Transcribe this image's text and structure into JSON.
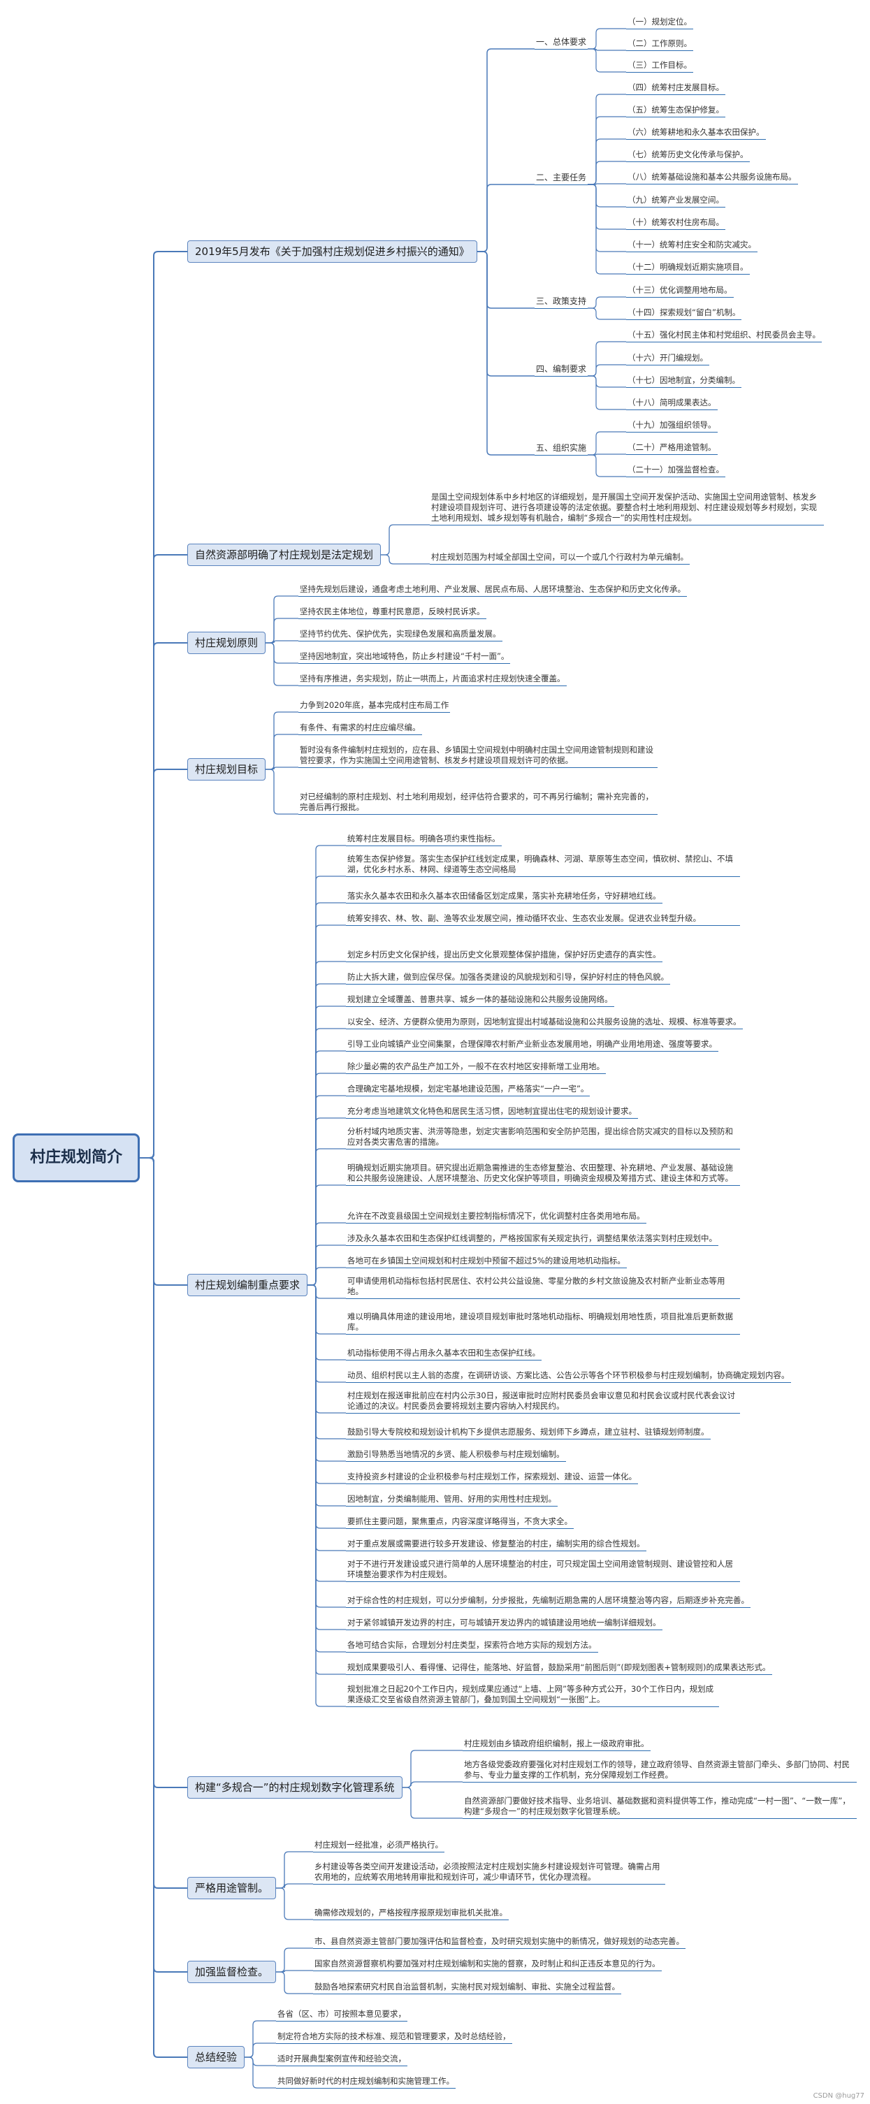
{
  "root": "村庄规划简介",
  "branches": [
    {
      "label": "2019年5月发布《关于加强村庄规划促进乡村振兴的通知》",
      "groups": [
        {
          "label": "一、总体要求",
          "items": [
            "（一）规划定位。",
            "（二）工作原则。",
            "（三）工作目标。"
          ]
        },
        {
          "label": "二、主要任务",
          "items": [
            "（四）统筹村庄发展目标。",
            "（五）统筹生态保护修复。",
            "（六）统筹耕地和永久基本农田保护。",
            "（七）统筹历史文化传承与保护。",
            "（八）统筹基础设施和基本公共服务设施布局。",
            "（九）统筹产业发展空间。",
            "（十）统筹农村住房布局。",
            "（十一）统筹村庄安全和防灾减灾。",
            "（十二）明确规划近期实施项目。"
          ]
        },
        {
          "label": "三、政策支持",
          "items": [
            "（十三）优化调整用地布局。",
            "（十四）探索规划“留白”机制。"
          ]
        },
        {
          "label": "四、编制要求",
          "items": [
            "（十五）强化村民主体和村党组织、村民委员会主导。",
            "（十六）开门编规划。",
            "（十七）因地制宜，分类编制。",
            "（十八）简明成果表达。"
          ]
        },
        {
          "label": "五、组织实施",
          "items": [
            "（十九）加强组织领导。",
            "（二十）严格用途管制。",
            "（二十一）加强监督检查。"
          ]
        }
      ]
    },
    {
      "label": "自然资源部明确了村庄规划是法定规划",
      "items": [
        "是国土空间规划体系中乡村地区的详细规划，是开展国土空间开发保护活动、实施国土空间用途管制、核发乡村建设项目规划许可、进行各项建设等的法定依据。要整合村土地利用规划、村庄建设规划等乡村规划，实现土地利用规划、城乡规划等有机融合，编制“多规合一”的实用性村庄规划。",
        "村庄规划范围为村域全部国土空间，可以一个或几个行政村为单元编制。"
      ]
    },
    {
      "label": "村庄规划原则",
      "items": [
        "坚持先规划后建设，通盘考虑土地利用、产业发展、居民点布局、人居环境整治、生态保护和历史文化传承。",
        "坚持农民主体地位，尊重村民意愿，反映村民诉求。",
        "坚持节约优先、保护优先，实现绿色发展和高质量发展。",
        "坚持因地制宜，突出地域特色，防止乡村建设“千村一面”。",
        "坚持有序推进，务实规划，防止一哄而上，片面追求村庄规划快速全覆盖。"
      ]
    },
    {
      "label": "村庄规划目标",
      "items": [
        "力争到2020年底，基本完成村庄布局工作",
        "有条件、有需求的村庄应编尽编。",
        "暂时没有条件编制村庄规划的，应在县、乡镇国土空间规划中明确村庄国土空间用途管制规则和建设管控要求，作为实施国土空间用途管制、核发乡村建设项目规划许可的依据。",
        "对已经编制的原村庄规划、村土地利用规划，经评估符合要求的，可不再另行编制；需补充完善的，完善后再行报批。"
      ]
    },
    {
      "label": "村庄规划编制重点要求",
      "items": [
        "统筹村庄发展目标。明确各项约束性指标。",
        "统筹生态保护修复。落实生态保护红线划定成果，明确森林、河湖、草原等生态空间，慎砍树、禁挖山、不填湖，优化乡村水系、林网、绿道等生态空间格局",
        "落实永久基本农田和永久基本农田储备区划定成果，落实补充耕地任务，守好耕地红线。",
        "统筹安排农、林、牧、副、渔等农业发展空间，推动循环农业、生态农业发展。促进农业转型升级。",
        "划定乡村历史文化保护线，提出历史文化景观整体保护措施，保护好历史遗存的真实性。",
        "防止大拆大建，做到应保尽保。加强各类建设的风貌规划和引导，保护好村庄的特色风貌。",
        "规划建立全域覆盖、普惠共享、城乡一体的基础设施和公共服务设施网络。",
        "以安全、经济、方便群众使用为原则，因地制宜提出村域基础设施和公共服务设施的选址、规模、标准等要求。",
        "引导工业向城镇产业空间集聚，合理保障农村新产业新业态发展用地，明确产业用地用途、强度等要求。",
        "除少量必需的农产品生产加工外，一般不在农村地区安排新增工业用地。",
        "合理确定宅基地规模，划定宅基地建设范围，严格落实“一户一宅”。",
        "充分考虑当地建筑文化特色和居民生活习惯，因地制宜提出住宅的规划设计要求。",
        "分析村域内地质灾害、洪涝等隐患，划定灾害影响范围和安全防护范围，提出综合防灾减灾的目标以及预防和应对各类灾害危害的措施。",
        "明确规划近期实施项目。研究提出近期急需推进的生态修复整治、农田整理、补充耕地、产业发展、基础设施和公共服务设施建设、人居环境整治、历史文化保护等项目，明确资金规模及筹措方式、建设主体和方式等。",
        "允许在不改变县级国土空间规划主要控制指标情况下，优化调整村庄各类用地布局。",
        "涉及永久基本农田和生态保护红线调整的，严格按国家有关规定执行，调整结果依法落实到村庄规划中。",
        "各地可在乡镇国土空间规划和村庄规划中预留不超过5%的建设用地机动指标。",
        "可申请使用机动指标包括村民居住、农村公共公益设施、零星分散的乡村文旅设施及农村新产业新业态等用地。",
        "难以明确具体用途的建设用地，建设项目规划审批时落地机动指标、明确规划用地性质，项目批准后更新数据库。",
        "机动指标使用不得占用永久基本农田和生态保护红线。",
        "动员、组织村民以主人翁的态度，在调研访谈、方案比选、公告公示等各个环节积极参与村庄规划编制，协商确定规划内容。",
        "村庄规划在报送审批前应在村内公示30日，报送审批时应附村民委员会审议意见和村民会议或村民代表会议讨论通过的决议。村民委员会要将规划主要内容纳入村规民约。",
        "鼓励引导大专院校和规划设计机构下乡提供志愿服务、规划师下乡蹲点，建立驻村、驻镇规划师制度。",
        "激励引导熟悉当地情况的乡贤、能人积极参与村庄规划编制。",
        "支持投资乡村建设的企业积极参与村庄规划工作，探索规划、建设、运营一体化。",
        "因地制宜，分类编制能用、管用、好用的实用性村庄规划。",
        "要抓住主要问题，聚焦重点，内容深度详略得当，不贪大求全。",
        "对于重点发展或需要进行较多开发建设、修复整治的村庄，编制实用的综合性规划。",
        "对于不进行开发建设或只进行简单的人居环境整治的村庄，可只规定国土空间用途管制规则、建设管控和人居环境整治要求作为村庄规划。",
        "对于综合性的村庄规划，可以分步编制，分步报批，先编制近期急需的人居环境整治等内容，后期逐步补充完善。",
        "对于紧邻城镇开发边界的村庄，可与城镇开发边界内的城镇建设用地统一编制详细规划。",
        "各地可结合实际，合理划分村庄类型，探索符合地方实际的规划方法。",
        "规划成果要吸引人、看得懂、记得住，能落地、好监督，鼓励采用“前图后则”(即规划图表+管制规则)的成果表达形式。",
        "规划批准之日起20个工作日内，规划成果应通过“上墙、上网”等多种方式公开，30个工作日内，规划成果逐级汇交至省级自然资源主管部门，叠加到国土空间规划“一张图”上。"
      ]
    },
    {
      "label": "构建“多规合一”的村庄规划数字化管理系统",
      "items": [
        "村庄规划由乡镇政府组织编制，报上一级政府审批。",
        "地方各级党委政府要强化对村庄规划工作的领导，建立政府领导、自然资源主管部门牵头、多部门协同、村民参与、专业力量支撑的工作机制，充分保障规划工作经费。",
        "自然资源部门要做好技术指导、业务培训、基础数据和资料提供等工作，推动完成“一村一图”、“一数一库”，构建“多规合一”的村庄规划数字化管理系统。"
      ]
    },
    {
      "label": "严格用途管制。",
      "items": [
        "村庄规划一经批准，必须严格执行。",
        "乡村建设等各类空间开发建设活动，必须按照法定村庄规划实施乡村建设规划许可管理。确需占用农用地的，应统筹农用地转用审批和规划许可，减少申请环节，优化办理流程。",
        "确需修改规划的，严格按程序报原规划审批机关批准。"
      ]
    },
    {
      "label": "加强监督检查。",
      "items": [
        "市、县自然资源主管部门要加强评估和监督检查，及时研究规划实施中的新情况，做好规划的动态完善。",
        "国家自然资源督察机构要加强对村庄规划编制和实施的督察，及时制止和纠正违反本意见的行为。",
        "鼓励各地探索研究村民自治监督机制，实施村民对规划编制、审批、实施全过程监督。"
      ]
    },
    {
      "label": "总结经验",
      "items": [
        "各省（区、市）可按照本意见要求，",
        "制定符合地方实际的技术标准、规范和管理要求，及时总结经验，",
        "适时开展典型案例宣传和经验交流，",
        "共同做好新时代的村庄规划编制和实施管理工作。"
      ]
    }
  ],
  "footer": "CSDN @hug77"
}
